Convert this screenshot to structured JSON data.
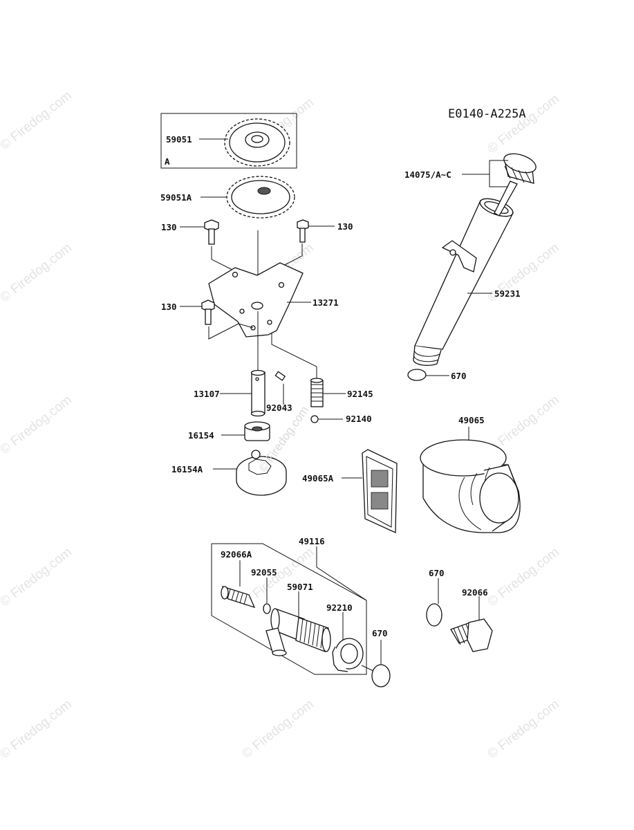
{
  "diagram": {
    "code": "E0140-A225A",
    "box_letter": "A",
    "labels": {
      "p59051": "59051",
      "p59051A": "59051A",
      "p130_left_top": "130",
      "p130_right": "130",
      "p130_left_bottom": "130",
      "p13271": "13271",
      "p14075": "14075/A~C",
      "p59231": "59231",
      "p670_top": "670",
      "p13107": "13107",
      "p92043": "92043",
      "p92145": "92145",
      "p92140": "92140",
      "p16154": "16154",
      "p16154A": "16154A",
      "p49065": "49065",
      "p49065A": "49065A",
      "p49116": "49116",
      "p92066A": "92066A",
      "p92055": "92055",
      "p59071": "59071",
      "p92210": "92210",
      "p670_bottom": "670",
      "p670_right": "670",
      "p92066": "92066"
    }
  },
  "watermark": {
    "text": "© Firedog.com"
  }
}
